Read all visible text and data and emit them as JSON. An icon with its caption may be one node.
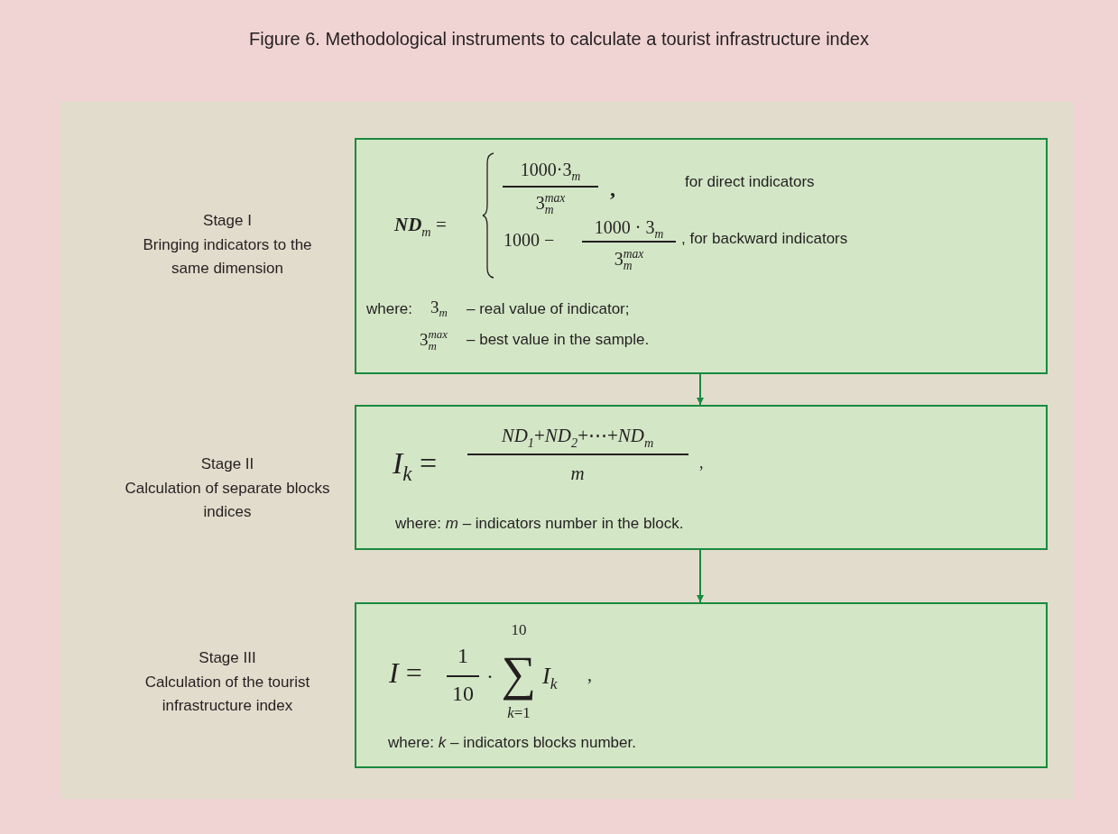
{
  "diagram": {
    "title": "Figure 6. Methodological instruments to calculate a tourist infrastructure index",
    "nodes": [
      {
        "text": [
          "**ND**$_{m}$ =",
          "1000·3$_{m}$",
          "3$_{m}$$^{max}$",
          ",",
          "for direct indicators",
          "1000 −",
          "1000 · 3$_{m}$",
          "3$_{m}$$^{max}$",
          ", for backward indicators",
          "where:",
          "3$_{m}$",
          "– real value of indicator;",
          "3$_{m}$$^{max}$",
          "– best value in the sample."
        ]
      },
      {
        "text": [
          "*I*$_{k}$ =",
          "*ND*$_{1}$+*ND*$_{2}$+⋯+*ND*$_{m}$",
          "m",
          ",",
          "where:  *m* – indicators number in the block."
        ]
      },
      {
        "text": [
          "*I* =",
          "1",
          "10",
          "·",
          "10",
          "∑",
          "*k*=1",
          "*I*$_{k}$",
          ",",
          "where: *k* – indicators blocks number."
        ]
      }
    ],
    "edges": [
      {
        "from": 0,
        "to": 1,
        "arrow": "to"
      },
      {
        "from": 1,
        "to": 2,
        "arrow": "to"
      }
    ],
    "labels": [
      "Stage I",
      "Bringing indicators to the same dimension",
      "Stage II",
      "Calculation of separate blocks indices",
      "Stage III",
      "Calculation of the tourist infrastructure index"
    ]
  }
}
